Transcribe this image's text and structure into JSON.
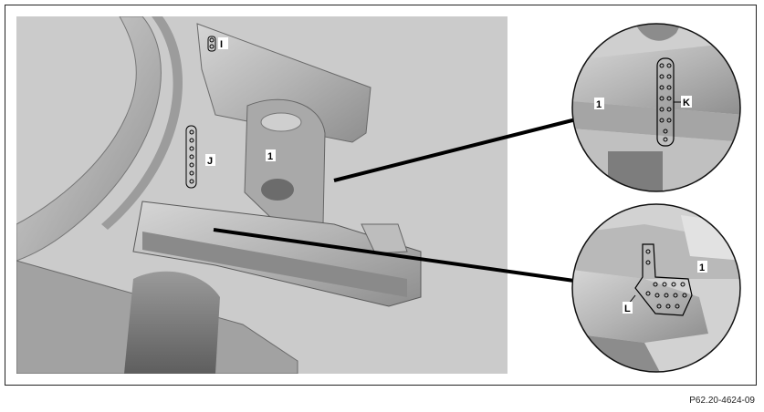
{
  "figure": {
    "reference": "P62.20-4624-09",
    "callouts": {
      "main_part": "1",
      "detail_top_part": "1",
      "detail_bottom_part": "1",
      "spot_weld_I": "I",
      "spot_weld_J": "J",
      "spot_weld_K": "K",
      "spot_weld_L": "L"
    }
  },
  "colors": {
    "background": "#c8c8c8",
    "metal": "#b8b8b8",
    "shadow": "#7a7a7a",
    "leader": "#000000"
  }
}
